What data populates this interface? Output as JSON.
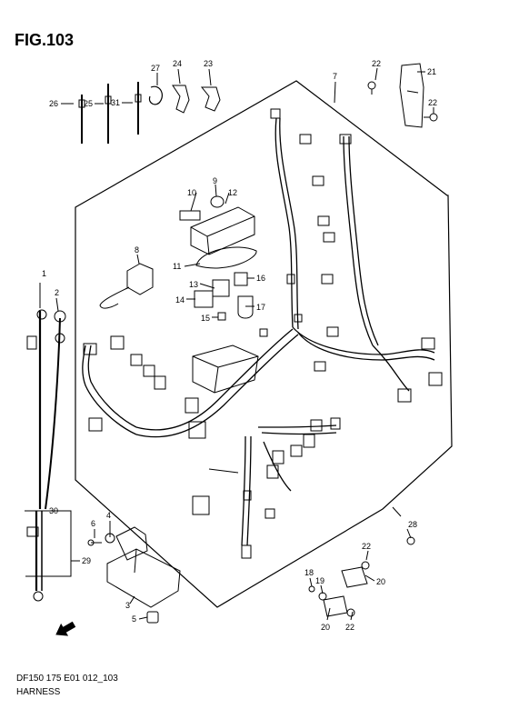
{
  "figure": {
    "title": "FIG.103",
    "code": "DF150 175 E01 012_103",
    "name": "HARNESS"
  },
  "callouts": {
    "c1": "1",
    "c2": "2",
    "c3": "3",
    "c4": "4",
    "c5": "5",
    "c6": "6",
    "c7": "7",
    "c8": "8",
    "c9": "9",
    "c10": "10",
    "c11": "11",
    "c12": "12",
    "c13": "13",
    "c14": "14",
    "c15": "15",
    "c16": "16",
    "c17": "17",
    "c18": "18",
    "c19": "19",
    "c20a": "20",
    "c20b": "20",
    "c21": "21",
    "c22a": "22",
    "c22b": "22",
    "c22c": "22",
    "c22d": "22",
    "c23": "23",
    "c24": "24",
    "c25": "25",
    "c26": "26",
    "c27": "27",
    "c28": "28",
    "c29": "29",
    "c30": "30",
    "c31": "31"
  },
  "icons": {
    "fwd": "fwd-arrow-icon"
  }
}
